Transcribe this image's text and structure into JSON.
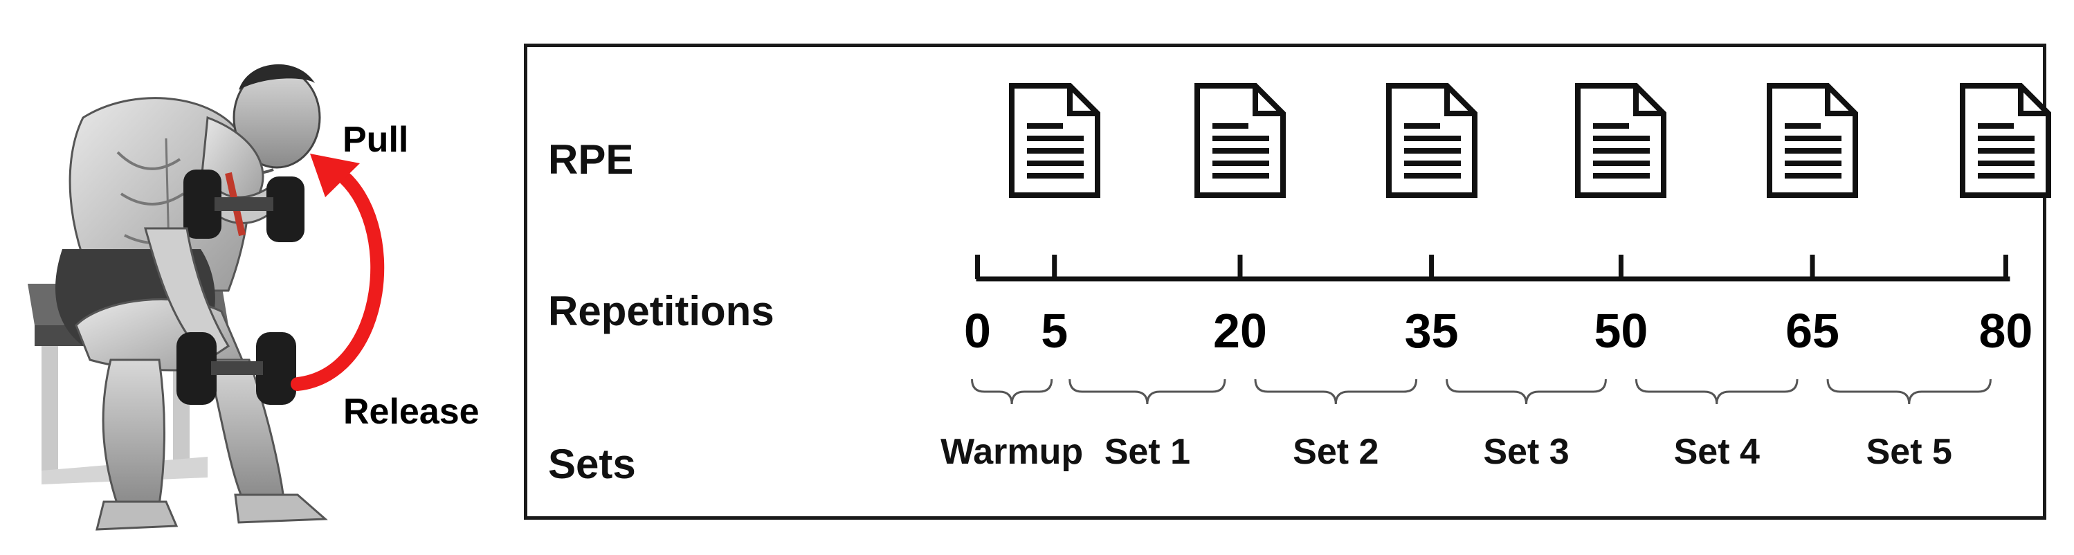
{
  "illustration": {
    "pull_label": "Pull",
    "release_label": "Release",
    "arrow_color": "#ee1c1c"
  },
  "protocol": {
    "rpe_label": "RPE",
    "repetitions_label": "Repetitions",
    "sets_label": "Sets",
    "rpe_icon": "document-icon",
    "rpe_icon_count": 6,
    "repetition_ticks": [
      "0",
      "5",
      "20",
      "35",
      "50",
      "65",
      "80"
    ],
    "repetition_values": [
      0,
      5,
      20,
      35,
      50,
      65,
      80
    ],
    "sets": [
      {
        "name": "Warmup",
        "from": 0,
        "to": 5
      },
      {
        "name": "Set 1",
        "from": 5,
        "to": 20
      },
      {
        "name": "Set 2",
        "from": 20,
        "to": 35
      },
      {
        "name": "Set 3",
        "from": 35,
        "to": 50
      },
      {
        "name": "Set 4",
        "from": 50,
        "to": 65
      },
      {
        "name": "Set 5",
        "from": 65,
        "to": 80
      }
    ]
  }
}
